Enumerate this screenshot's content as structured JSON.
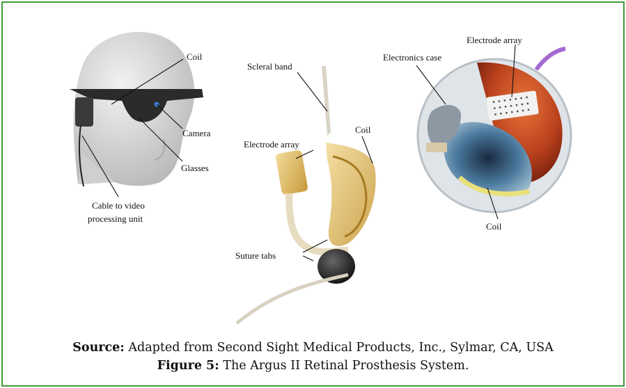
{
  "figure": {
    "labels": {
      "coil_glasses": "Coil",
      "camera": "Camera",
      "glasses": "Glasses",
      "cable": "Cable to video",
      "cable2": "processing unit",
      "scleral_band": "Scleral band",
      "coil_implant": "Coil",
      "electrode_array_implant": "Electrode array",
      "suture_tabs": "Suture tabs",
      "electronics_case": "Electronics case",
      "electrode_array_eye": "Electrode array",
      "coil_eye": "Coil"
    },
    "source_label": "Source:",
    "source_text": "Adapted from Second Sight Medical Products, Inc., Sylmar, CA, USA",
    "caption_label": "Figure 5:",
    "caption_text": "The Argus II Retinal Prosthesis System."
  }
}
